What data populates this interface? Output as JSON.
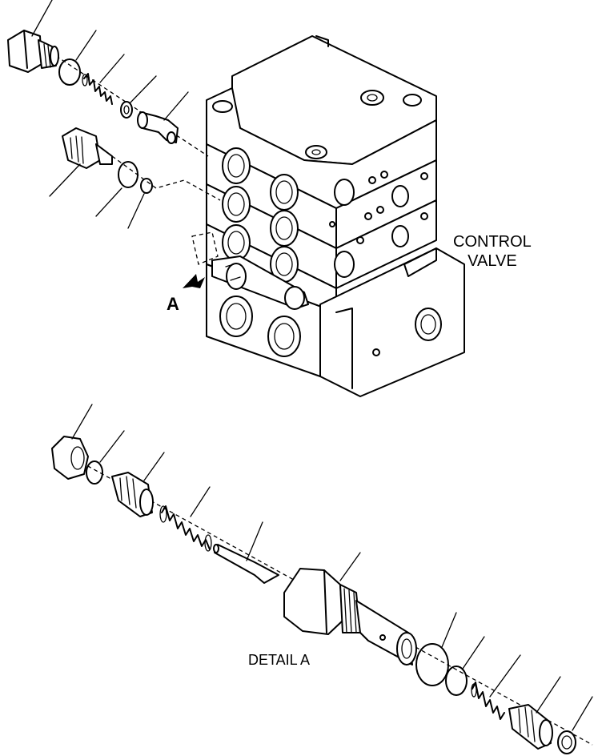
{
  "labels": {
    "control_valve_line1": "CONTROL",
    "control_valve_line2": "VALVE",
    "view_letter": "A",
    "detail_caption": "DETAIL A"
  }
}
